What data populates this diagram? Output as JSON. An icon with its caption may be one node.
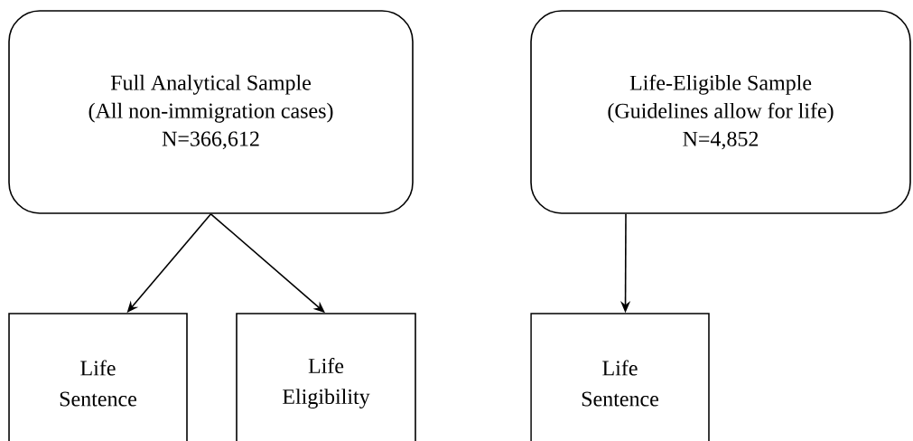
{
  "diagram": {
    "nodes": [
      {
        "text": [
          "Full Analytical Sample",
          "(All non-immigration cases)",
          "N=366,612"
        ]
      },
      {
        "text": [
          "Life-Eligible Sample",
          "(Guidelines allow for life)",
          "N=4,852"
        ]
      },
      {
        "text": [
          "Life Sentence"
        ]
      },
      {
        "text": [
          "Life Eligibility"
        ]
      },
      {
        "text": [
          "Life Sentence"
        ]
      }
    ],
    "edges": [
      {
        "from": 0,
        "to": 2,
        "arrow": "to"
      },
      {
        "from": 0,
        "to": 3,
        "arrow": "to"
      },
      {
        "from": 1,
        "to": 4,
        "arrow": "to"
      }
    ]
  }
}
